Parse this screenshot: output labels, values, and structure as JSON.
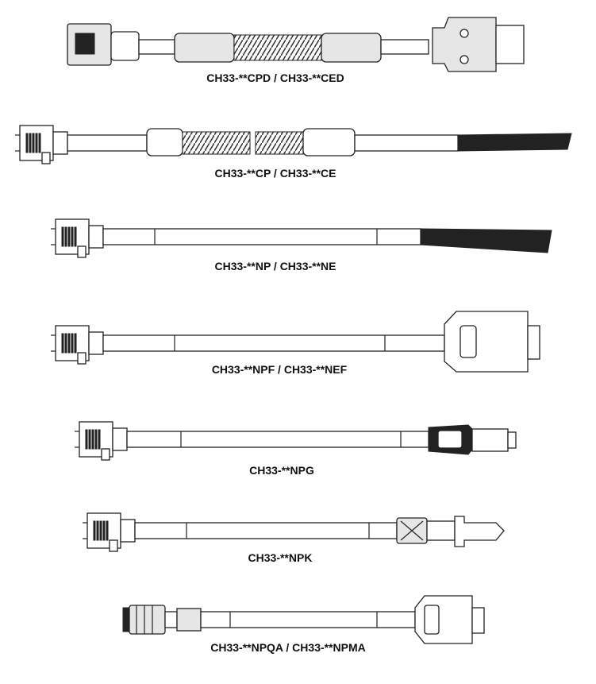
{
  "cables": [
    {
      "label": "CH33-**CPD / CH33-**CED"
    },
    {
      "label": "CH33-**CP / CH33-**CE"
    },
    {
      "label": "CH33-**NP / CH33-**NE"
    },
    {
      "label": "CH33-**NPF / CH33-**NEF"
    },
    {
      "label": "CH33-**NPG"
    },
    {
      "label": "CH33-**NPK"
    },
    {
      "label": "CH33-**NPQA / CH33-**NPMA"
    }
  ]
}
